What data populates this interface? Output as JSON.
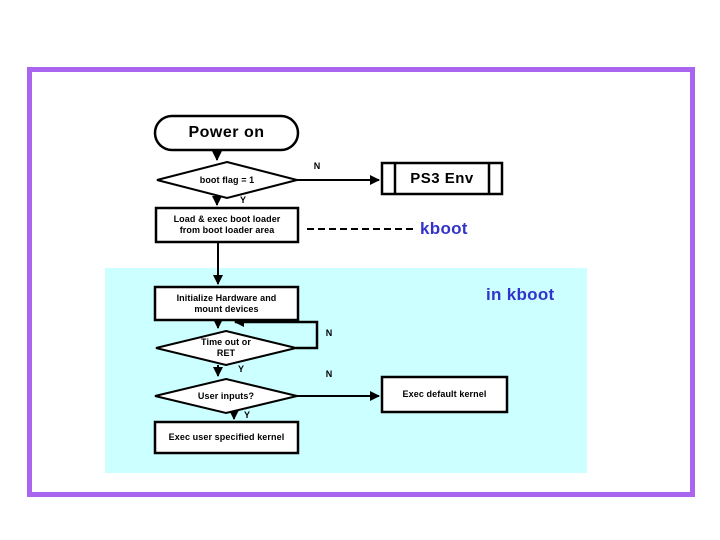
{
  "diagram": {
    "nodes": {
      "power_on": {
        "label": "Power on"
      },
      "boot_flag": {
        "label": "boot flag = 1"
      },
      "ps3_env": {
        "label": "PS3 Env"
      },
      "load_boot_loader": {
        "line1": "Load & exec boot loader",
        "line2": "from boot loader area"
      },
      "init_hardware": {
        "line1": "Initialize Hardware and",
        "line2": "mount devices"
      },
      "timeout": {
        "line1": "Time out or",
        "line2": "RET"
      },
      "user_inputs": {
        "label": "User inputs?"
      },
      "exec_default_kernel": {
        "label": "Exec default kernel"
      },
      "exec_user_kernel": {
        "label": "Exec user specified kernel"
      }
    },
    "annotations": {
      "kboot": "kboot",
      "in_kboot": "in kboot"
    },
    "branch_labels": {
      "yes": "Y",
      "no": "N"
    },
    "colors": {
      "frame_border": "#a964f0",
      "kboot_region_fill": "#ccffff",
      "annotation_text": "#3333cc",
      "line": "#000000",
      "shape_fill": "#ffffff"
    }
  }
}
